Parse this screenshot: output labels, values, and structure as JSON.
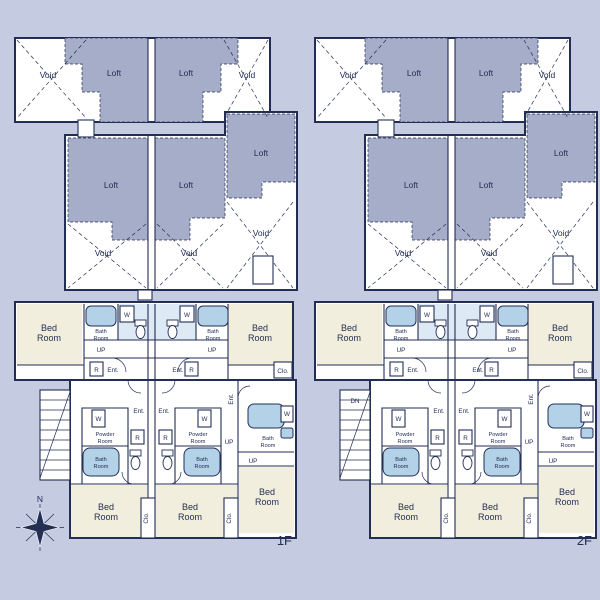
{
  "colors": {
    "background": "#c5cbe0",
    "outline": "#232e54",
    "loft_fill": "#a6adc8",
    "room_fill": "#f2eedd",
    "fixture_fill": "#b3d2e8",
    "wet_floor": "#ddeaf5",
    "text": "#232e54",
    "plan_fill": "#ffffff"
  },
  "labels": {
    "loft": "Loft",
    "void": "Void",
    "bed": "Bed",
    "bath": "Bath",
    "powder": "Powder",
    "room": "Room",
    "ent": "Ent.",
    "clo": "Clo.",
    "up": "UP",
    "washer": "W",
    "refrigerator": "R",
    "north": "N"
  },
  "plans": [
    {
      "floor_label": "1F",
      "stair_label": ""
    },
    {
      "floor_label": "2F",
      "stair_label": "DN"
    }
  ]
}
